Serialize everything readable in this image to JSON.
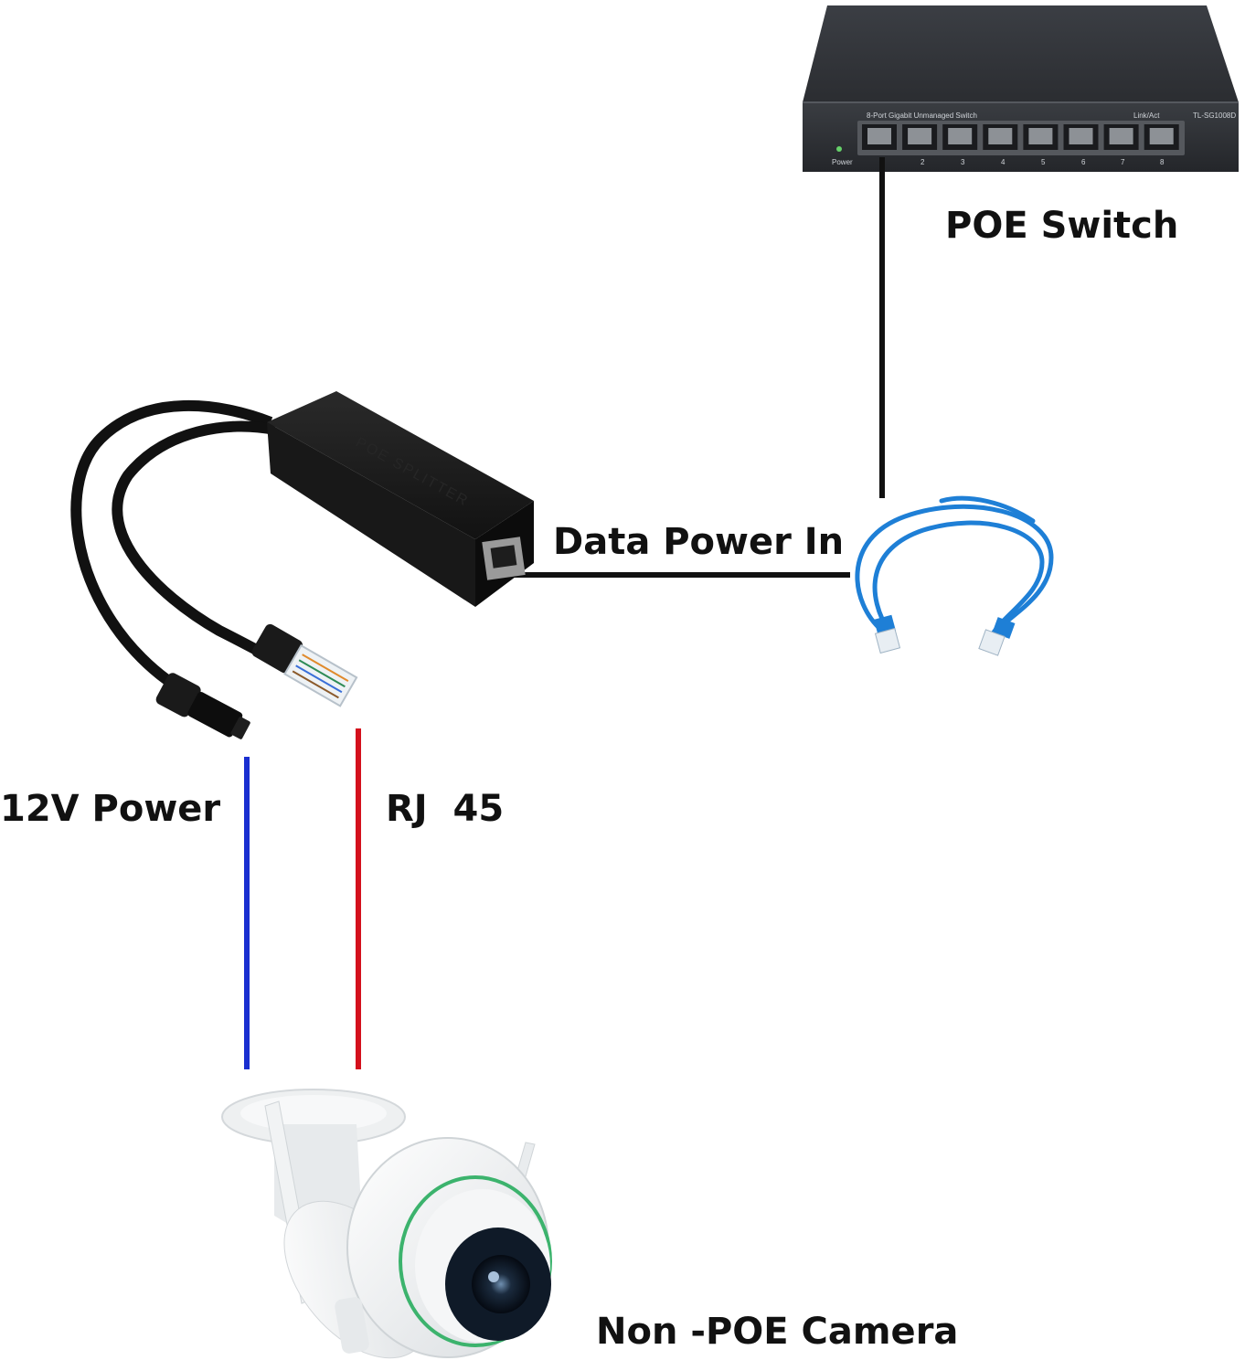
{
  "labels": {
    "poe_switch": "POE Switch",
    "data_power_in": "Data Power In",
    "power_12v": "12V Power",
    "rj45": "RJ  45",
    "camera": "Non -POE Camera"
  },
  "switch": {
    "model_text": "8-Port Gigabit Unmanaged Switch",
    "link_text": "Link/Act",
    "model_id": "TL-SG1008D",
    "power_text": "Power",
    "port_numbers": [
      "2",
      "3",
      "4",
      "5",
      "6",
      "7",
      "8"
    ]
  },
  "splitter": {
    "engraving": "POE SPLITTER"
  },
  "colors": {
    "power_line": "#1a2fd0",
    "rj45_line": "#d4101c",
    "connector_line": "#111111",
    "ethernet_cable": "#1e7fd6"
  }
}
